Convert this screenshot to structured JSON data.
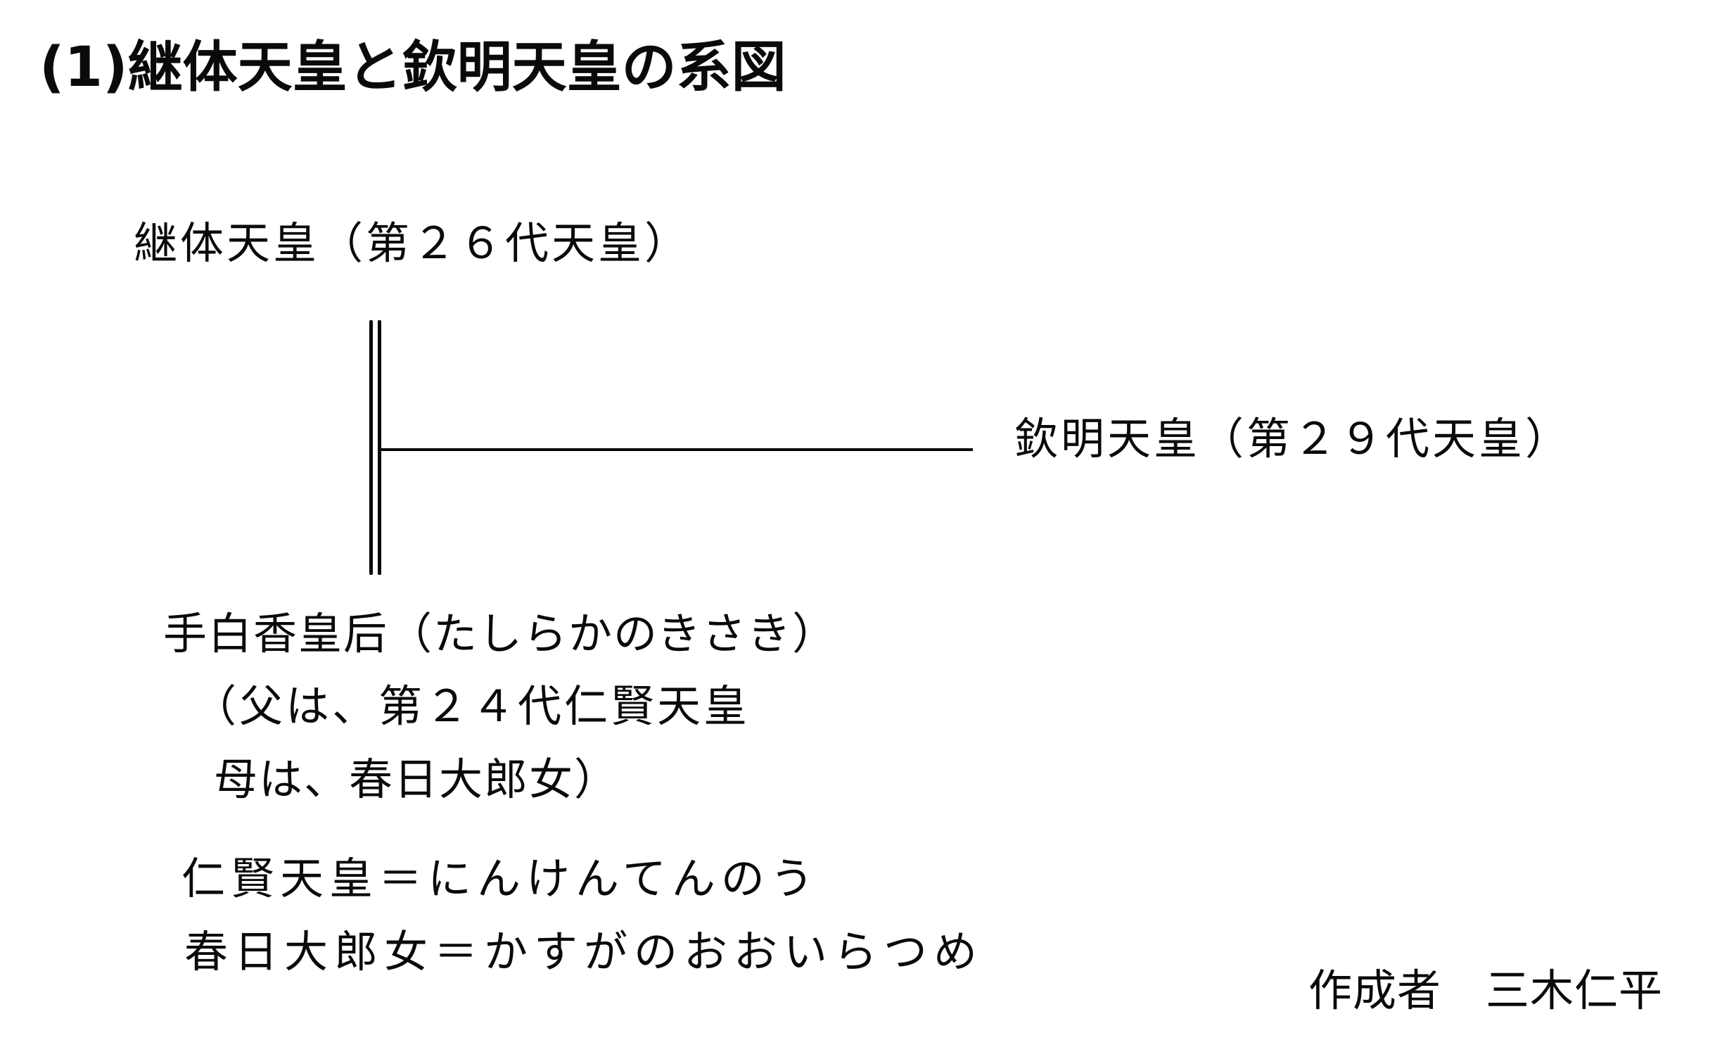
{
  "title": "(1)継体天皇と欽明天皇の系図",
  "diagram": {
    "father_node": {
      "label": "継体天皇（第２６代天皇）"
    },
    "child_node": {
      "label": "欽明天皇（第２９代天皇）"
    },
    "mother_node": {
      "label": "手白香皇后（たしらかのきさき）",
      "details": [
        "（父は、第２４代仁賢天皇",
        "母は、春日大郎女）"
      ]
    },
    "connectors": {
      "marriage_line": "double-vertical",
      "descent_line": "horizontal"
    }
  },
  "notes": [
    "仁賢天皇＝にんけんてんのう",
    "春日大郎女＝かすがのおおいらつめ"
  ],
  "author": "作成者　三木仁平"
}
